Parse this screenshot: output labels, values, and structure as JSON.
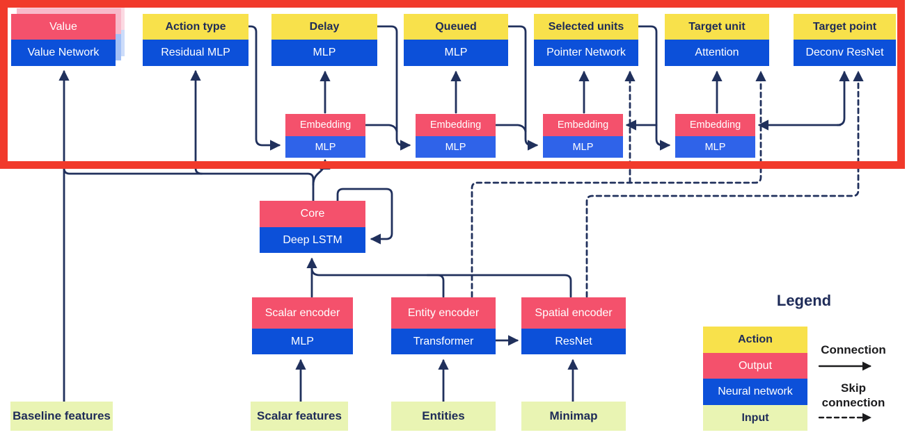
{
  "blocks": {
    "heads": [
      {
        "top": "Value",
        "bottom": "Value Network"
      },
      {
        "top": "Action type",
        "bottom": "Residual MLP"
      },
      {
        "top": "Delay",
        "bottom": "MLP"
      },
      {
        "top": "Queued",
        "bottom": "MLP"
      },
      {
        "top": "Selected units",
        "bottom": "Pointer Network"
      },
      {
        "top": "Target unit",
        "bottom": "Attention"
      },
      {
        "top": "Target point",
        "bottom": "Deconv ResNet"
      }
    ],
    "embeddings": [
      {
        "top": "Embedding",
        "bottom": "MLP"
      },
      {
        "top": "Embedding",
        "bottom": "MLP"
      },
      {
        "top": "Embedding",
        "bottom": "MLP"
      },
      {
        "top": "Embedding",
        "bottom": "MLP"
      }
    ],
    "core": {
      "top": "Core",
      "bottom": "Deep LSTM"
    },
    "encoders": [
      {
        "top": "Scalar encoder",
        "bottom": "MLP"
      },
      {
        "top": "Entity encoder",
        "bottom": "Transformer"
      },
      {
        "top": "Spatial encoder",
        "bottom": "ResNet"
      }
    ],
    "inputs": [
      "Baseline features",
      "Scalar features",
      "Entities",
      "Minimap"
    ]
  },
  "legend": {
    "title": "Legend",
    "items": [
      {
        "label": "Action",
        "color": "#F8E14B"
      },
      {
        "label": "Output",
        "color": "#F4516C"
      },
      {
        "label": "Neural network",
        "color": "#0C50D9"
      },
      {
        "label": "Input",
        "color": "#E9F4B3"
      }
    ],
    "connection": "Connection",
    "skip_connection": "Skip connection"
  },
  "colors": {
    "action_yellow": "#F8E14B",
    "output_pink": "#F4516C",
    "network_blue": "#0C50D9",
    "embedding_network_blue": "#2F63E9",
    "input_green": "#E9F4B3",
    "connector_navy": "#20305C",
    "legend_arrow_black": "#1B1B1D",
    "highlight_border_red": "#F13A2B",
    "background": "#FFFFFF"
  }
}
